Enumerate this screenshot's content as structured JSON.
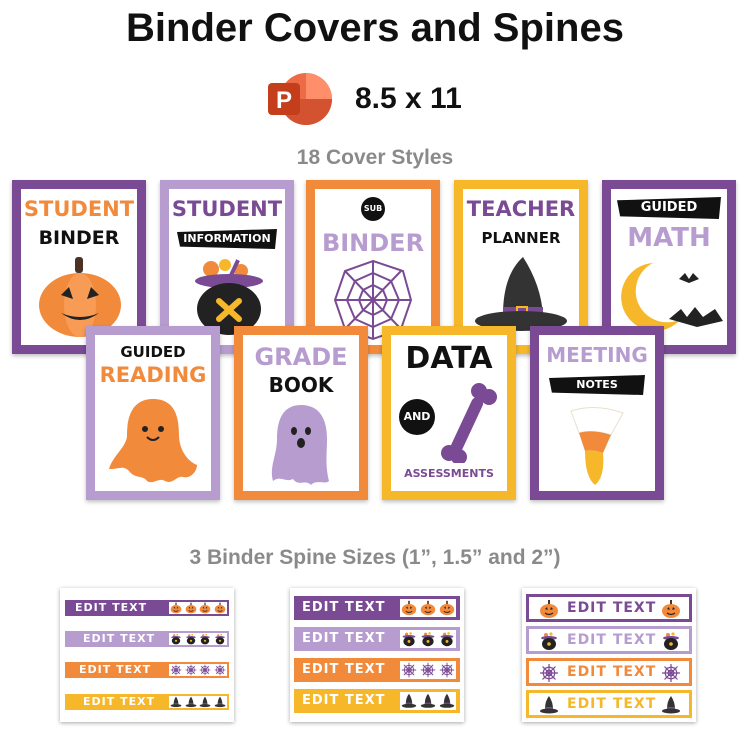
{
  "header": {
    "title": "Binder Covers and Spines",
    "size": "8.5 x 11",
    "cover_styles_label": "18 Cover Styles",
    "spine_sizes_label": "3 Binder Spine Sizes (1”, 1.5” and 2”)"
  },
  "covers": [
    {
      "title_top": "STUDENT",
      "title_bottom": "BINDER",
      "border": "#7a4a94",
      "art": "pumpkin-icon"
    },
    {
      "title_top": "STUDENT",
      "banner": "INFORMATION",
      "border": "#b79ccf",
      "art": "cauldron-icon"
    },
    {
      "badge": "SUB",
      "title_bottom": "BINDER",
      "border": "#f28a3c",
      "art": "spiderweb-icon"
    },
    {
      "title_top": "TEACHER",
      "title_bottom": "PLANNER",
      "border": "#f6b82a",
      "art": "witch-hat-icon"
    },
    {
      "banner": "GUIDED",
      "title_bottom": "MATH",
      "border": "#7a4a94",
      "art": "moon-bats-icon"
    },
    {
      "title_top": "GUIDED",
      "title_bottom": "READING",
      "border": "#b79ccf",
      "art": "orange-ghost-icon"
    },
    {
      "title_top": "GRADE",
      "title_bottom": "BOOK",
      "border": "#f28a3c",
      "art": "purple-ghost-icon"
    },
    {
      "title_top": "DATA",
      "badge": "AND",
      "title_bottom": "ASSESSMENTS",
      "border": "#f6b82a",
      "art": "bone-icon"
    },
    {
      "title_top": "MEETING",
      "banner": "NOTES",
      "border": "#7a4a94",
      "art": "candy-corn-icon"
    }
  ],
  "spines": {
    "label": "EDIT TEXT",
    "rows": [
      {
        "color": "#7a4a94",
        "icon": "pumpkin-icon"
      },
      {
        "color": "#b79ccf",
        "icon": "cauldron-icon"
      },
      {
        "color": "#f28a3c",
        "icon": "spiderweb-icon"
      },
      {
        "color": "#f6b82a",
        "icon": "witch-hat-icon"
      }
    ]
  },
  "colors": {
    "purple": "#7a4a94",
    "lavender": "#b79ccf",
    "orange": "#f28a3c",
    "yellow": "#f6b82a",
    "ppt_red": "#d04423"
  }
}
